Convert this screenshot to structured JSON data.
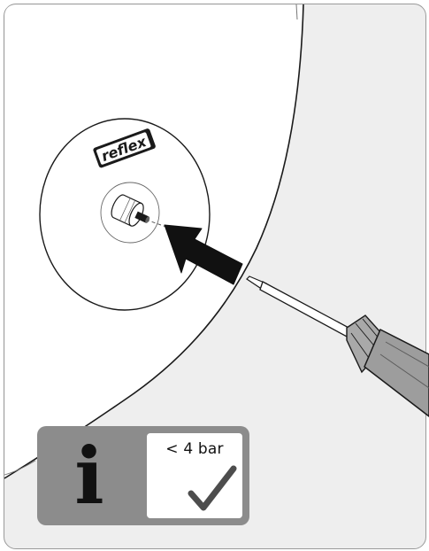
{
  "illustration": {
    "brand_logo_text": "reflex",
    "icons": [
      "pressure-vessel",
      "valve-cap",
      "push-arrow",
      "screwdriver",
      "info-icon",
      "check-icon"
    ]
  },
  "info_badge": {
    "icon_glyph": "i",
    "pressure_label": "< 4 bar",
    "check_icon": "check-icon"
  },
  "colors": {
    "badge_dark": "#8c8c8c",
    "frame_gray": "#eeeeee",
    "ink": "#111111"
  }
}
